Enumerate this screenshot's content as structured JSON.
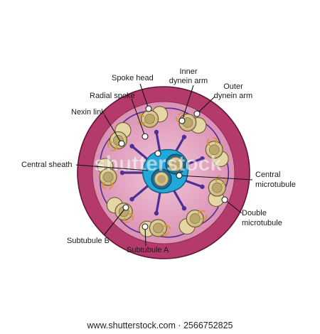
{
  "diagram": {
    "labels": {
      "spoke_head": "Spoke head",
      "inner_dynein_line1": "Inner",
      "inner_dynein_line2": "dynein arm",
      "outer_dynein_line1": "Outer",
      "outer_dynein_line2": "dynein arm",
      "radial_spoke": "Radial spoke",
      "nexin_link": "Nexin link",
      "central_sheath": "Central sheath",
      "central_microtubule_line1": "Central",
      "central_microtubule_line2": "microtubule",
      "double_microtubule_line1": "Double",
      "double_microtubule_line2": "microtubule",
      "subtubule_b": "Subtubule B",
      "subtubule_a": "Subtubule  A"
    },
    "colors": {
      "outer_ring": "#b43a6c",
      "inner_disc": "#e6a7c4",
      "spoke": "#4e2f96",
      "doublet_fill": "#d8c797",
      "doublet_inner": "#bba76c",
      "dynein_arm": "#d49a2e",
      "central_sheath": "#22a8d8",
      "central_core": "#1b6f99"
    },
    "doublet_count": 9
  },
  "watermark": {
    "text": "shutterstock",
    "credit": "www.shutterstock.com · 2566752825"
  }
}
